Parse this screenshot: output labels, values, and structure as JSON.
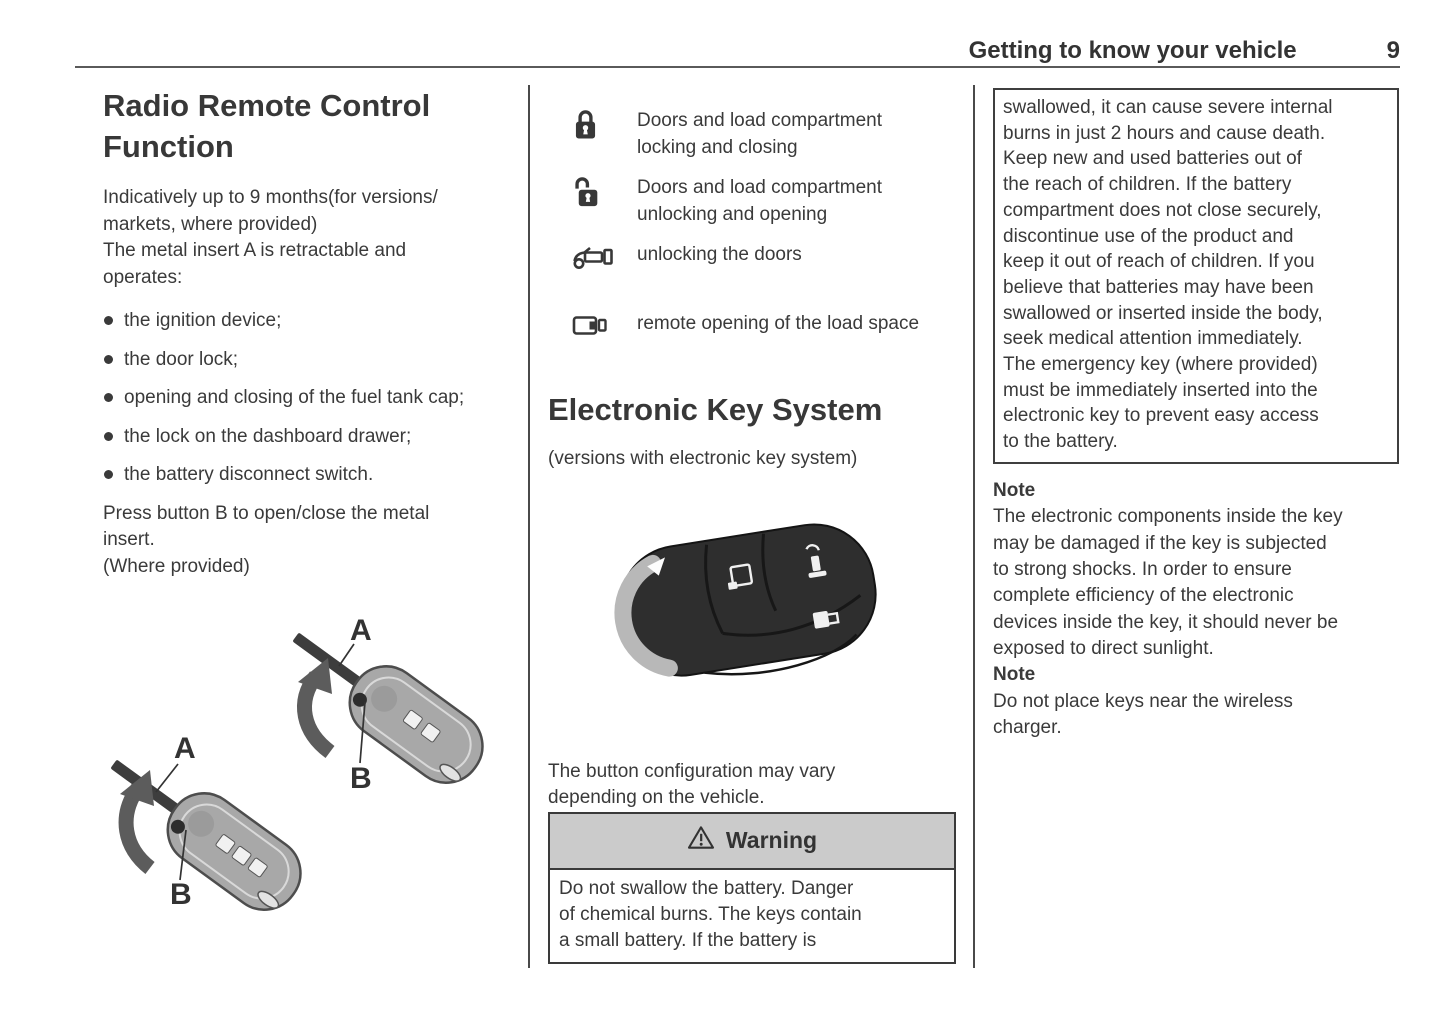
{
  "header": {
    "title": "Getting to know your vehicle",
    "page": "9"
  },
  "left": {
    "heading": "Radio Remote Control Function",
    "para1": [
      "Indicatively up to 9 months(for versions/",
      "markets, where provided)",
      "The metal insert A is retractable and",
      "operates:"
    ],
    "bullets": [
      "the ignition device;",
      "the door lock;",
      "opening and closing of the fuel tank cap;",
      "the lock on the dashboard drawer;",
      "the battery disconnect switch."
    ],
    "para2": [
      "Press button B to open/close the metal",
      "insert.",
      "(Where provided)"
    ],
    "figure": {
      "label_a": "A",
      "label_b": "B"
    }
  },
  "middle": {
    "legend": [
      {
        "icon": "lock-closed-icon",
        "text": "Doors and load compartment locking and closing"
      },
      {
        "icon": "lock-open-icon",
        "text": "Doors and load compartment unlocking and opening"
      },
      {
        "icon": "car-remote-unlock-icon",
        "text": "unlocking the doors"
      },
      {
        "icon": "load-space-remote-icon",
        "text": "remote opening of the load space"
      }
    ],
    "heading": "Electronic Key System",
    "subnote": "(versions with electronic key system)",
    "para": [
      "The button configuration may vary",
      "depending on the vehicle."
    ],
    "warning": {
      "title": "Warning",
      "lines": [
        "Do not swallow the battery. Danger",
        "of chemical burns. The keys contain",
        "a small battery. If the battery is"
      ]
    }
  },
  "right": {
    "box_lines": [
      "swallowed, it can cause severe internal",
      "burns in just 2 hours and cause death.",
      "Keep new and used batteries out of",
      "the reach of children. If the battery",
      "compartment does not close securely,",
      "discontinue use of the product and",
      "keep it out of reach of children. If you",
      "believe that batteries may have been",
      "swallowed or inserted inside the body,",
      "seek medical attention immediately.",
      "The emergency key (where provided)",
      "must be immediately inserted into the",
      "electronic key to prevent easy access",
      "to the battery."
    ],
    "note1_label": "Note",
    "note1_lines": [
      "The electronic components inside the key",
      "may be damaged if the key is subjected",
      "to strong shocks. In order to ensure",
      "complete efficiency of the electronic",
      "devices inside the key, it should never be",
      "exposed to direct sunlight."
    ],
    "note2_label": "Note",
    "note2_lines": [
      "Do not place keys near the wireless",
      "charger."
    ]
  },
  "colors": {
    "text": "#3a3a3a",
    "warning_header_bg": "#cbcbcb",
    "border": "#3f3f3f",
    "rule": "#5a5a5a"
  }
}
